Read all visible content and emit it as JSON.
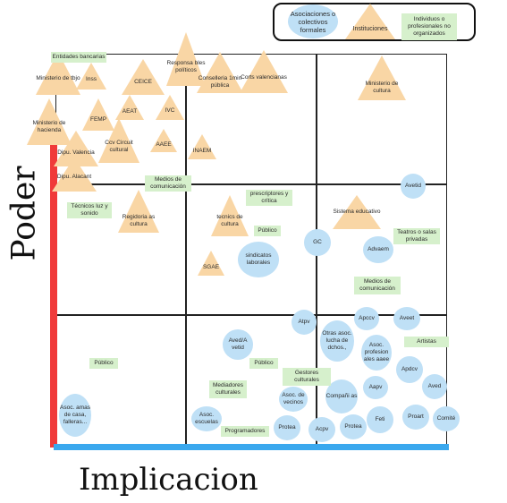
{
  "legend": {
    "formal": "Asociaciones o colectivos formales",
    "institutions": "Instituciones",
    "individuals": "Individuos o profesionales no organizados"
  },
  "axes": {
    "y": "Poder",
    "x": "Implicacion"
  },
  "colors": {
    "triangle": "#f9d6a5",
    "circle": "#bfe0f6",
    "rect": "#d6f0cc",
    "power_axis": "#f03a3a",
    "involvement_axis": "#3aa8ee"
  },
  "institutions": [
    {
      "id": "t1",
      "label": "Ministerio de tbjo"
    },
    {
      "id": "t2",
      "label": "Inss"
    },
    {
      "id": "t3",
      "label": "CEICE"
    },
    {
      "id": "t4",
      "label": "Responsa bles políticos"
    },
    {
      "id": "t5",
      "label": "Conselleria 1min pública"
    },
    {
      "id": "t6",
      "label": "Corts valencianas"
    },
    {
      "id": "t7",
      "label": "Ministerio de cultura"
    },
    {
      "id": "t8",
      "label": "Ministerio de hacienda"
    },
    {
      "id": "t9",
      "label": "FEMP"
    },
    {
      "id": "t10",
      "label": "AEAT"
    },
    {
      "id": "t11",
      "label": "IVC"
    },
    {
      "id": "t12",
      "label": "Ccv Circuit cultural"
    },
    {
      "id": "t13",
      "label": "AAEE"
    },
    {
      "id": "t14",
      "label": "Dipu. Valencia"
    },
    {
      "id": "t15",
      "label": "INAEM"
    },
    {
      "id": "t16",
      "label": "Dipu. Alacant"
    },
    {
      "id": "t17",
      "label": "Regidoria as cultura"
    },
    {
      "id": "t18",
      "label": "tecnics de cultura"
    },
    {
      "id": "t19",
      "label": "Sistema educativo"
    },
    {
      "id": "t20",
      "label": "SGAE"
    }
  ],
  "associations": [
    {
      "id": "c1",
      "label": "Avetid"
    },
    {
      "id": "c2",
      "label": "GC"
    },
    {
      "id": "c3",
      "label": "Advaem"
    },
    {
      "id": "c4",
      "label": "sindicatos laborales"
    },
    {
      "id": "c5",
      "label": "Atpv"
    },
    {
      "id": "c6",
      "label": "Apccv"
    },
    {
      "id": "c7",
      "label": "Aveet"
    },
    {
      "id": "c8",
      "label": "Otras asoc. lucha de dchos.,"
    },
    {
      "id": "c9",
      "label": "Aved/A vetid"
    },
    {
      "id": "c10",
      "label": "Asoc. profesion ales aaee"
    },
    {
      "id": "c11",
      "label": "Apdcv"
    },
    {
      "id": "c12",
      "label": "Aapv"
    },
    {
      "id": "c13",
      "label": "Compañi as"
    },
    {
      "id": "c14",
      "label": "Aved"
    },
    {
      "id": "c15",
      "label": "Asoc. de vecinos"
    },
    {
      "id": "c16",
      "label": "Asoc. amas de casa, falleras..."
    },
    {
      "id": "c17",
      "label": "Asoc. escuelas"
    },
    {
      "id": "c18",
      "label": "Protea"
    },
    {
      "id": "c19",
      "label": "Acpv"
    },
    {
      "id": "c20",
      "label": "Protea"
    },
    {
      "id": "c21",
      "label": "Feti"
    },
    {
      "id": "c22",
      "label": "Proart"
    },
    {
      "id": "c23",
      "label": "Comité"
    }
  ],
  "individuals": [
    {
      "id": "r1",
      "label": "Entidades bancarias"
    },
    {
      "id": "r2",
      "label": "Medios de comunicación"
    },
    {
      "id": "r3",
      "label": "prescriptores y crítica"
    },
    {
      "id": "r4",
      "label": "Técnicos luz y sonido"
    },
    {
      "id": "r5",
      "label": "Teatros o salas privadas"
    },
    {
      "id": "r6",
      "label": "Público"
    },
    {
      "id": "r7",
      "label": "Medios de comunicación"
    },
    {
      "id": "r8",
      "label": "Público"
    },
    {
      "id": "r9",
      "label": "Artistas"
    },
    {
      "id": "r10",
      "label": "Público"
    },
    {
      "id": "r11",
      "label": "Gestores culturales"
    },
    {
      "id": "r12",
      "label": "Mediadores culturales"
    },
    {
      "id": "r13",
      "label": "Programadores"
    }
  ]
}
